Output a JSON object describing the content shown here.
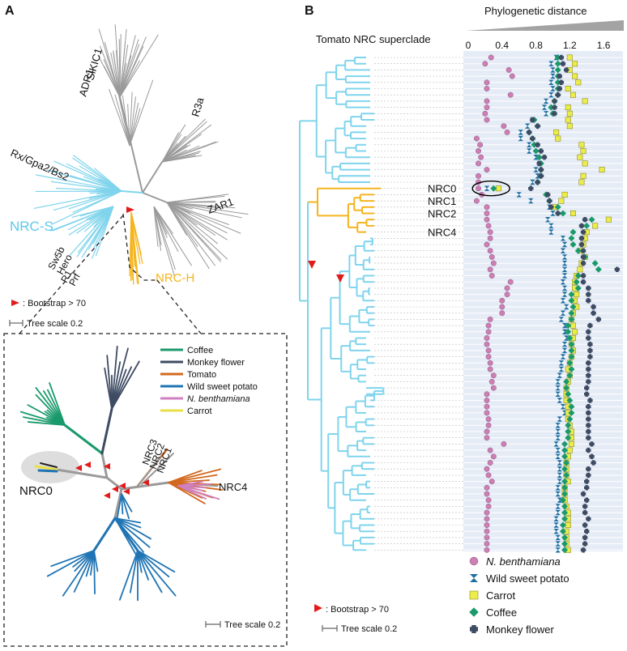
{
  "panelA": {
    "letter": "A",
    "clade_labels": {
      "slkic1": "SlKIC1",
      "adr1": "ADR1",
      "r3a": "R3a",
      "rx": "Rx/Gpa2/Bs2",
      "zar1": "ZAR1",
      "nrcs": "NRC-S",
      "nrch": "NRC-H",
      "sw5b": "Sw5b",
      "hero": "Hero",
      "r1": "R1",
      "prf": "Prf"
    },
    "bootstrap_label": ": Bootstrap > 70",
    "scale_label": "Tree scale 0.2"
  },
  "inset": {
    "legend": [
      {
        "name": "Coffee",
        "color": "#1a9a6c"
      },
      {
        "name": "Monkey flower",
        "color": "#3d4b63"
      },
      {
        "name": "Tomato",
        "color": "#d2691e"
      },
      {
        "name": "Wild sweet potato",
        "color": "#1f74b4"
      },
      {
        "name": "N. benthamiana",
        "color": "#d07fc0"
      },
      {
        "name": "Carrot",
        "color": "#e8e04a"
      }
    ],
    "labels": {
      "nrc0": "NRC0",
      "nrc3": "NRC3",
      "nrc2": "NRC2",
      "nrc1": "NRC1",
      "nrc4": "NRC4"
    },
    "scale_label": "Tree scale 0.2"
  },
  "panelB": {
    "letter": "B",
    "tree_title": "Tomato NRC superclade",
    "nrc_labels": [
      "NRC0",
      "NRC1",
      "NRC2",
      "NRC4"
    ],
    "bootstrap_label": ": Bootstrap > 70",
    "scale_label": "Tree scale 0.2",
    "colors": {
      "sdt": "#7fd4ec",
      "nrch": "#f5b41c",
      "bootstrap": "#e11b1b",
      "gray": "#9a9a9a"
    }
  },
  "chart_data": {
    "type": "scatter",
    "title": "Phylogenetic distance",
    "xlim": [
      0,
      1.8
    ],
    "xticks": [
      "0",
      "0.4",
      "0.8",
      "1.2",
      "1.6"
    ],
    "tick_values": [
      0,
      0.4,
      0.8,
      1.2,
      1.6
    ],
    "grid": true,
    "rows": 80,
    "highlight": {
      "row": 21,
      "x": 0.27
    },
    "legend": [
      {
        "name": "N. benthamiana",
        "marker": "circle",
        "color": "#cc7fb4"
      },
      {
        "name": "Wild sweet potato",
        "marker": "bowtie",
        "color": "#1e6fa0"
      },
      {
        "name": "Carrot",
        "marker": "square",
        "color": "#eced4a"
      },
      {
        "name": "Coffee",
        "marker": "diamond",
        "color": "#1a9a6c"
      },
      {
        "name": "Monkey flower",
        "marker": "cross",
        "color": "#3d4b63"
      }
    ],
    "series": [
      {
        "name": "N. benthamiana",
        "values": [
          0.27,
          0.2,
          0.48,
          0.52,
          0.22,
          0.22,
          0.5,
          0.22,
          0.22,
          0.2,
          0.22,
          0.42,
          0.46,
          0.1,
          0.14,
          0.12,
          0.15,
          0.12,
          0.22,
          0.12,
          0.12,
          0.12,
          0.16,
          0.1,
          0.22,
          0.22,
          0.22,
          0.24,
          0.26,
          0.26,
          0.22,
          0.26,
          0.28,
          0.3,
          0.26,
          0.28,
          0.5,
          0.46,
          0.46,
          0.4,
          0.4,
          0.4,
          0.26,
          0.24,
          0.24,
          0.22,
          0.22,
          0.24,
          0.24,
          0.26,
          0.26,
          0.3,
          0.28,
          0.3,
          0.22,
          0.22,
          0.22,
          0.22,
          0.24,
          0.24,
          0.22,
          0.22,
          0.42,
          0.26,
          0.3,
          0.26,
          0.22,
          0.24,
          0.28,
          0.22,
          0.22,
          0.24,
          0.24,
          0.22,
          0.22,
          0.22,
          0.22,
          0.22,
          0.22,
          0.22
        ]
      },
      {
        "name": "Wild sweet potato",
        "values": [
          1.04,
          0.98,
          1.0,
          1.0,
          0.98,
          1.0,
          0.98,
          0.92,
          0.9,
          0.92,
          0.76,
          0.7,
          0.62,
          0.62,
          0.72,
          0.72,
          0.8,
          0.84,
          0.8,
          0.82,
          0.76,
          0.22,
          0.6,
          0.74,
          0.96,
          1.0,
          0.94,
          0.98,
          0.98,
          1.12,
          1.14,
          1.12,
          1.14,
          1.14,
          1.14,
          1.14,
          1.12,
          1.14,
          1.14,
          1.12,
          1.16,
          1.12,
          1.1,
          1.14,
          1.14,
          1.16,
          1.14,
          1.14,
          1.12,
          1.1,
          1.1,
          1.08,
          1.06,
          1.06,
          1.06,
          1.08,
          1.12,
          1.14,
          1.08,
          1.06,
          1.06,
          1.06,
          1.04,
          1.06,
          1.06,
          1.08,
          1.08,
          1.08,
          1.08,
          1.06,
          1.06,
          1.08,
          1.06,
          1.06,
          1.04,
          1.04,
          1.04,
          1.06,
          1.06,
          1.06
        ]
      },
      {
        "name": "Carrot",
        "values": [
          1.2,
          1.26,
          1.2,
          1.26,
          1.3,
          1.18,
          1.24,
          1.38,
          1.18,
          1.2,
          1.18,
          1.2,
          1.04,
          1.06,
          1.34,
          1.36,
          1.32,
          1.38,
          1.58,
          1.36,
          1.34,
          0.36,
          1.14,
          1.1,
          1.02,
          1.24,
          1.66,
          1.5,
          1.4,
          1.38,
          1.36,
          1.32,
          1.38,
          1.34,
          1.32,
          1.28,
          1.26,
          1.26,
          1.28,
          1.26,
          1.28,
          1.24,
          1.22,
          1.24,
          1.26,
          1.24,
          1.22,
          1.24,
          1.22,
          1.2,
          1.18,
          1.2,
          1.18,
          1.16,
          1.16,
          1.16,
          1.18,
          1.18,
          1.18,
          1.2,
          1.22,
          1.22,
          1.22,
          1.2,
          1.18,
          1.16,
          1.16,
          1.16,
          1.18,
          1.14,
          1.14,
          1.14,
          1.16,
          1.18,
          1.18,
          1.18,
          1.16,
          1.16,
          1.16,
          1.18
        ]
      },
      {
        "name": "Coffee",
        "values": [
          1.06,
          1.06,
          1.06,
          1.06,
          1.06,
          1.06,
          1.06,
          1.02,
          0.98,
          1.0,
          0.78,
          0.82,
          0.72,
          0.76,
          0.78,
          0.8,
          0.84,
          0.86,
          0.86,
          0.86,
          0.82,
          0.3,
          0.92,
          0.96,
          1.06,
          1.12,
          1.46,
          1.4,
          1.24,
          1.22,
          1.24,
          1.3,
          1.38,
          1.5,
          1.54,
          1.3,
          1.28,
          1.3,
          1.22,
          1.22,
          1.24,
          1.22,
          1.22,
          1.18,
          1.18,
          1.2,
          1.22,
          1.22,
          1.22,
          1.2,
          1.22,
          1.2,
          1.16,
          1.16,
          1.18,
          1.2,
          1.22,
          1.22,
          1.2,
          1.18,
          1.18,
          1.18,
          1.14,
          1.14,
          1.14,
          1.16,
          1.14,
          1.16,
          1.14,
          1.14,
          1.14,
          1.12,
          1.14,
          1.14,
          1.14,
          1.12,
          1.12,
          1.14,
          1.14,
          1.14
        ]
      },
      {
        "name": "Monkey flower",
        "values": [
          1.1,
          1.12,
          1.16,
          1.08,
          1.1,
          1.08,
          1.06,
          1.02,
          1.02,
          1.02,
          0.76,
          0.82,
          0.72,
          0.76,
          0.82,
          0.86,
          0.9,
          0.84,
          0.86,
          0.86,
          0.82,
          0.74,
          0.94,
          0.96,
          0.98,
          1.06,
          1.38,
          1.34,
          1.36,
          1.34,
          1.34,
          1.36,
          1.36,
          1.36,
          1.76,
          1.36,
          1.36,
          1.42,
          1.42,
          1.42,
          1.48,
          1.48,
          1.54,
          1.44,
          1.42,
          1.42,
          1.44,
          1.44,
          1.44,
          1.42,
          1.42,
          1.42,
          1.42,
          1.4,
          1.4,
          1.44,
          1.42,
          1.42,
          1.42,
          1.42,
          1.42,
          1.42,
          1.46,
          1.42,
          1.46,
          1.48,
          1.42,
          1.42,
          1.4,
          1.4,
          1.36,
          1.4,
          1.38,
          1.38,
          1.42,
          1.38,
          1.4,
          1.38,
          1.38,
          1.36
        ]
      }
    ]
  }
}
